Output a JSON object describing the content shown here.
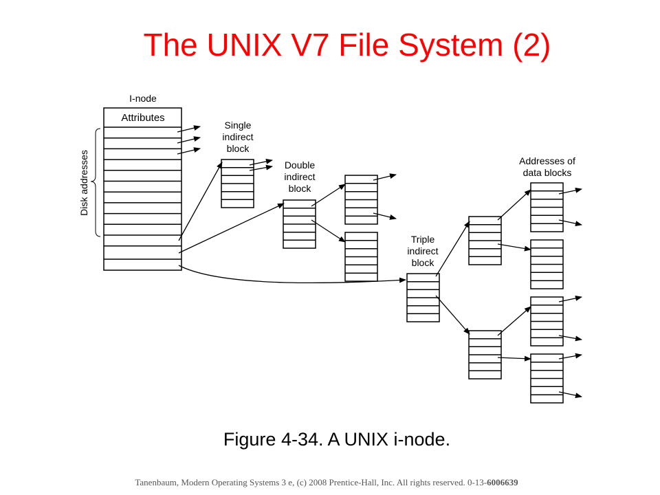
{
  "title": "The UNIX V7 File System (2)",
  "diagram": {
    "inode_label": "I-node",
    "attributes_label": "Attributes",
    "disk_addresses_label": "Disk addresses",
    "single_indirect_label": [
      "Single",
      "indirect",
      "block"
    ],
    "double_indirect_label": [
      "Double",
      "indirect",
      "block"
    ],
    "triple_indirect_label": [
      "Triple",
      "indirect",
      "block"
    ],
    "data_blocks_label": [
      "Addresses of",
      "data blocks"
    ]
  },
  "caption": "Figure 4-34. A UNIX i-node.",
  "footer": {
    "text": "Tanenbaum, Modern Operating Systems 3 e, (c) 2008 Prentice-Hall, Inc. All rights reserved. 0-13-",
    "isbn_suffix": "6006639"
  },
  "colors": {
    "title": "#ff0000",
    "lines": "#000000",
    "footer": "#555555"
  }
}
